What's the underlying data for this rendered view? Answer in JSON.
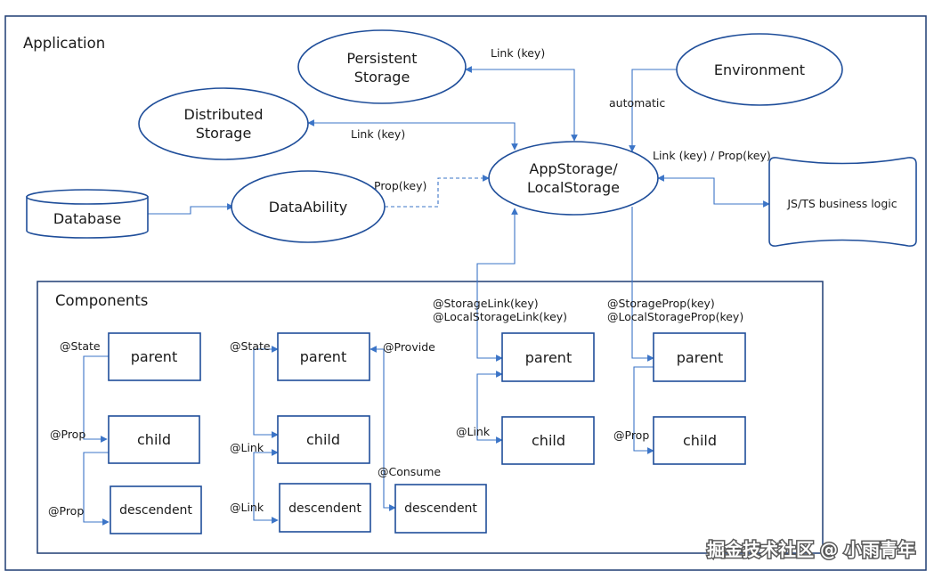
{
  "sections": {
    "application": "Application",
    "components": "Components"
  },
  "nodes": {
    "persistent_storage": [
      "Persistent",
      "Storage"
    ],
    "environment": "Environment",
    "distributed_storage": [
      "Distributed",
      "Storage"
    ],
    "app_storage": [
      "AppStorage/",
      "LocalStorage"
    ],
    "database": "Database",
    "data_ability": "DataAbility",
    "business_logic": "JS/TS business logic",
    "parent": "parent",
    "child": "child",
    "descendent": "descendent"
  },
  "edge_labels": {
    "link_key_persistent": "Link (key)",
    "automatic": "automatic",
    "link_key_distributed": "Link (key)",
    "prop_key": "Prop(key)",
    "link_prop_key": "Link (key) / Prop(key)",
    "storage_link": [
      "@StorageLink(key)",
      "@LocalStorageLink(key)"
    ],
    "storage_prop": [
      "@StorageProp(key)",
      "@LocalStorageProp(key)"
    ],
    "state_1": "@State",
    "prop_1": "@Prop",
    "prop_2": "@Prop",
    "state_2": "@State",
    "link_1": "@Link",
    "link_2": "@Link",
    "provide": "@Provide",
    "consume": "@Consume",
    "link_3": "@Link",
    "prop_3": "@Prop"
  },
  "watermark": "掘金技术社区 @ 小雨青年",
  "colors": {
    "node_border": "#1f4e9a",
    "edge": "#3b74c7",
    "frame_border": "#1f3d73"
  }
}
